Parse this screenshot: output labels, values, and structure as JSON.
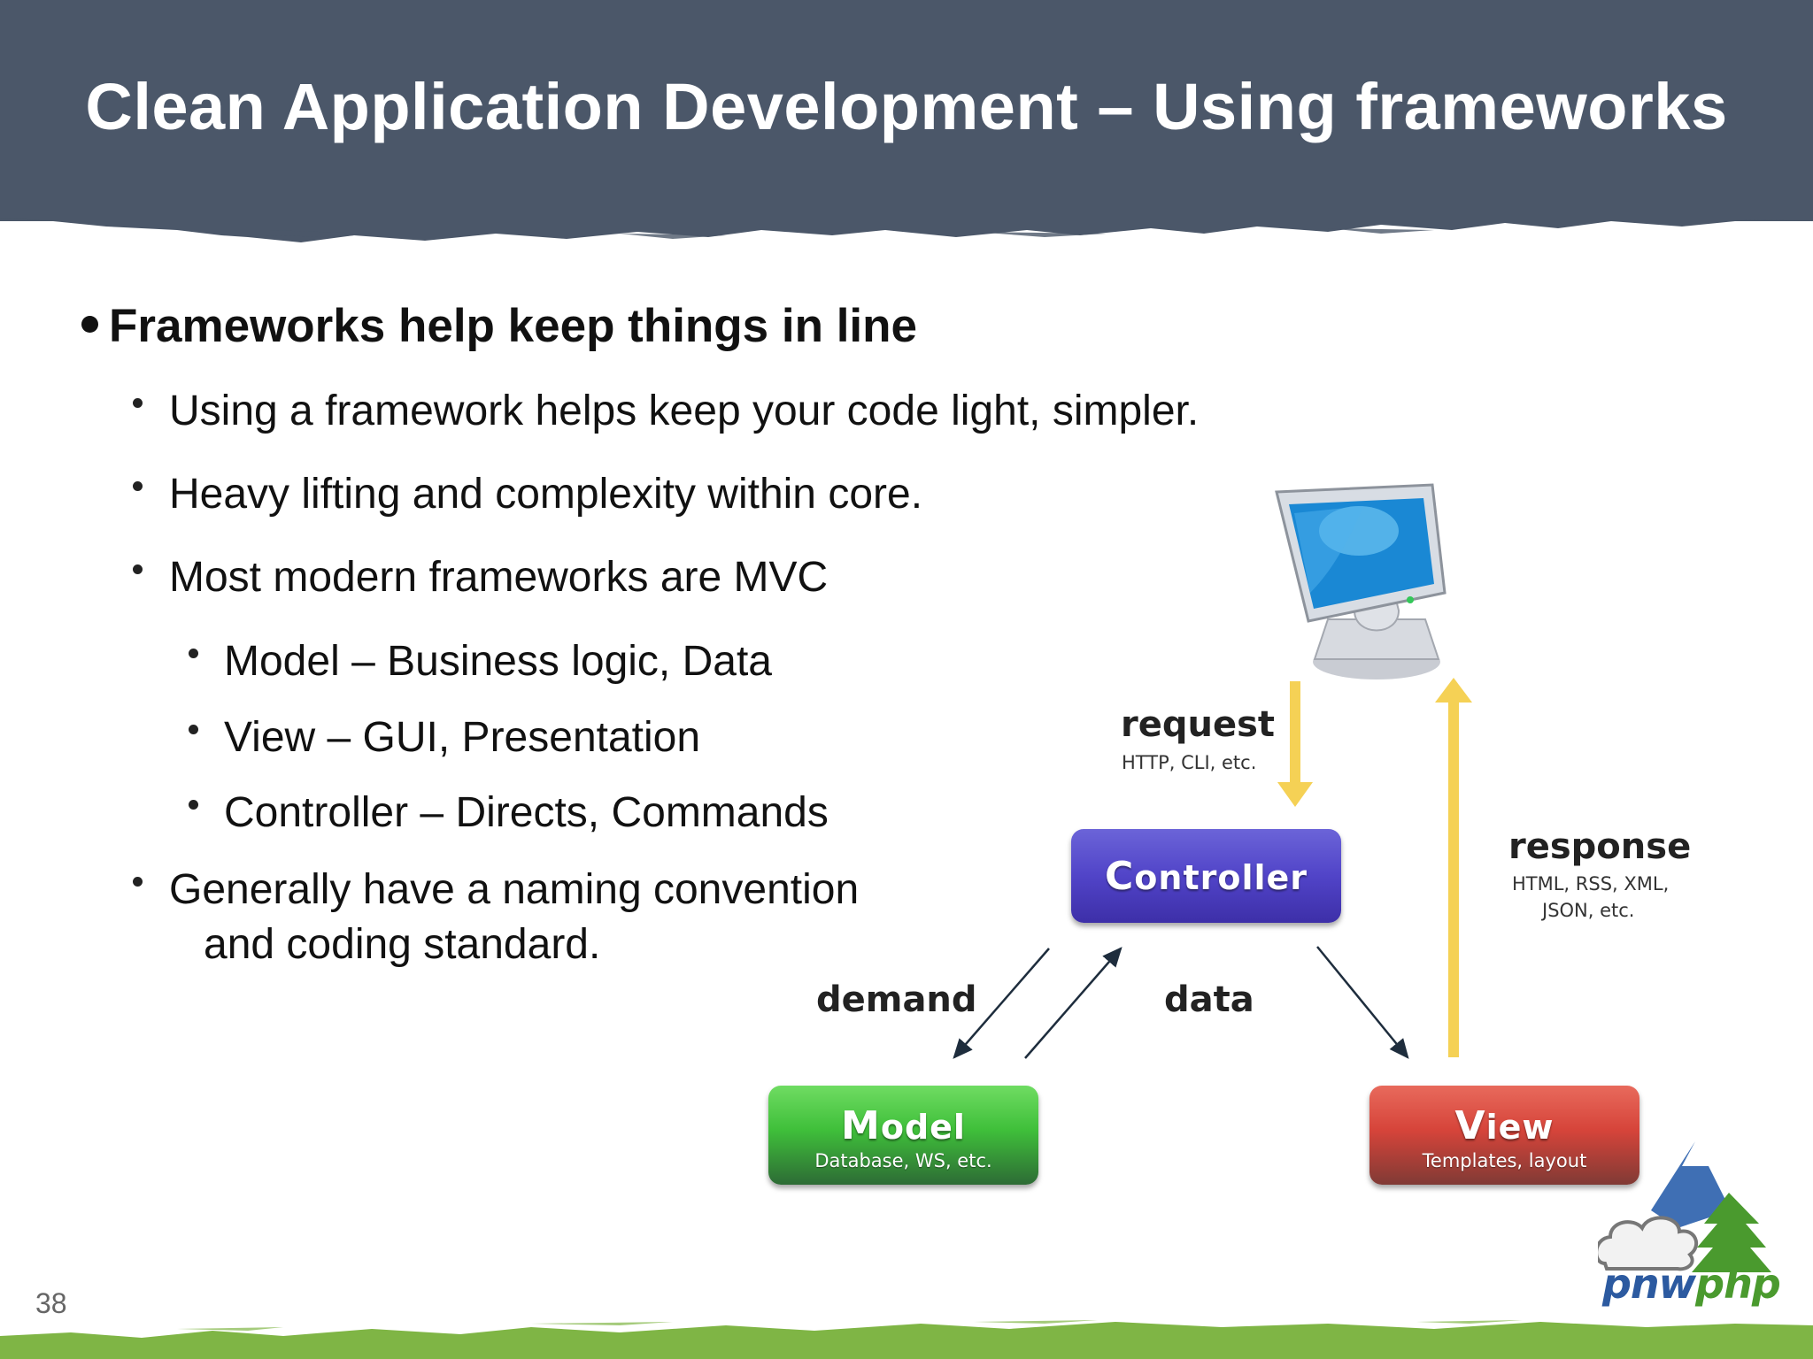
{
  "slide": {
    "title": "Clean Application Development – Using frameworks",
    "page_number": "38"
  },
  "bullets": {
    "main": "Frameworks help keep things in line",
    "items": [
      "Using a framework helps keep your code light, simpler.",
      "Heavy lifting and complexity within core.",
      "Most modern frameworks are MVC"
    ],
    "mvc_items": [
      "Model – Business logic, Data",
      "View – GUI, Presentation",
      "Controller – Directs, Commands"
    ],
    "naming_line1": "Generally have a naming convention",
    "naming_line2": "and coding standard."
  },
  "diagram": {
    "request_label": "request",
    "request_sub": "HTTP, CLI, etc.",
    "response_label": "response",
    "response_sub1": "HTML, RSS, XML,",
    "response_sub2": "JSON, etc.",
    "demand_label": "demand",
    "data_label": "data",
    "controller": {
      "title_initial": "C",
      "title_rest": "ontroller"
    },
    "model": {
      "title_initial": "M",
      "title_rest": "odel",
      "subtitle": "Database, WS, etc."
    },
    "view": {
      "title_initial": "V",
      "title_rest": "iew",
      "subtitle": "Templates, layout"
    },
    "colors": {
      "arrow_yellow": "#f5d155",
      "controller": "#5144c8",
      "model": "#3fbf3a",
      "view": "#d6443a"
    }
  },
  "logo": {
    "part1": "pnw",
    "part2": "php"
  },
  "theme": {
    "header_bg": "#4b5769",
    "grass": "#7fb545"
  }
}
